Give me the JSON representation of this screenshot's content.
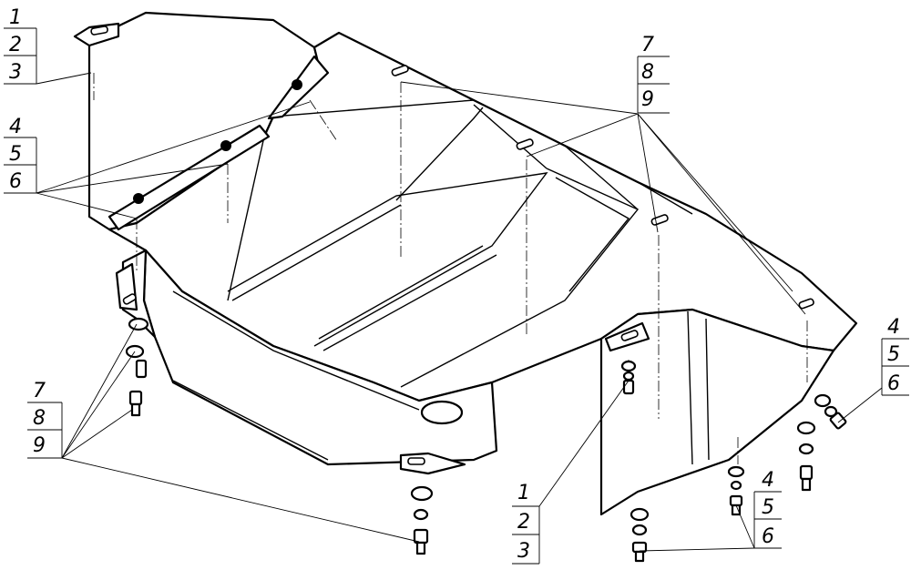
{
  "callouts": [
    {
      "id": "top-left-a",
      "lines": [
        "1",
        "2",
        "3"
      ]
    },
    {
      "id": "top-left-b",
      "lines": [
        "4",
        "5",
        "6"
      ]
    },
    {
      "id": "top-right",
      "lines": [
        "7",
        "8",
        "9"
      ]
    },
    {
      "id": "right",
      "lines": [
        "4",
        "5",
        "6"
      ]
    },
    {
      "id": "bottom-left",
      "lines": [
        "7",
        "8",
        "9"
      ]
    },
    {
      "id": "bottom-center",
      "lines": [
        "1",
        "2",
        "3"
      ]
    },
    {
      "id": "bottom-right",
      "lines": [
        "4",
        "5",
        "6"
      ]
    }
  ],
  "colors": {
    "line": "#000000",
    "background": "#ffffff"
  }
}
